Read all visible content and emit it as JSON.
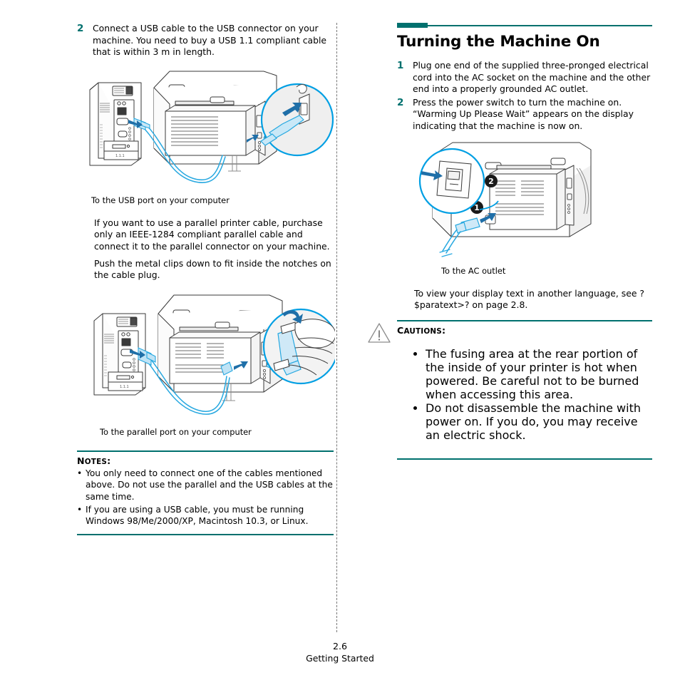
{
  "document": {
    "page_number": "2.6",
    "running_footer": "Getting Started"
  },
  "left_column": {
    "step": {
      "number": "2",
      "text": "Connect a USB cable to the USB connector on your machine. You need to buy a USB 1.1 compliant cable that is within 3 m in length."
    },
    "figure_usb": {
      "caption": "To the USB port on your computer",
      "alt": "Rear view of the multifunction machine with a USB cable running to a desktop computer tower; a magnified circular inset shows the USB plug being inserted into the machine's USB connector."
    },
    "paragraphs": [
      "If you want to use a parallel printer cable, purchase only an IEEE-1284 compliant parallel cable and connect it to the parallel connector on your machine.",
      "Push the metal clips down to fit inside the notches on the cable plug."
    ],
    "figure_parallel": {
      "caption": "To the parallel port on your computer",
      "alt": "Rear view of the multifunction machine with a parallel cable running to a desktop computer tower; a magnified circular inset shows a hand pushing the metal clips down onto the cable plug."
    },
    "notes": {
      "title_first": "N",
      "title_rest": "OTES",
      "title_suffix": ":",
      "items": [
        "You only need to connect one of the cables mentioned above. Do not use the parallel and the USB cables at the same time.",
        "If you are using a USB cable, you must be running Windows 98/Me/2000/XP, Macintosh 10.3, or Linux."
      ]
    }
  },
  "right_column": {
    "section_title": "Turning the Machine On",
    "steps": [
      {
        "number": "1",
        "text": "Plug one end of the supplied three-pronged electrical cord into the AC socket on the machine and the other end into a properly grounded AC outlet."
      },
      {
        "number": "2",
        "text": "Press the power switch to turn the machine on. “Warming Up Please Wait” appears on the display indicating that the machine is now on."
      }
    ],
    "figure_power": {
      "caption": "To the AC outlet",
      "callout_one": "1",
      "callout_two": "2",
      "alt": "Rear view of the multifunction machine showing the power cord plugged into the AC socket, labeled 1, and a magnified circular inset of the power switch being pressed, labeled 2."
    },
    "note_paragraph": "To view your display text in another language, see ?$paratext>? on page 2.8.",
    "cautions": {
      "title_first": "C",
      "title_rest": "AUTIONS",
      "title_suffix": ":",
      "items": [
        "The fusing area at the rear portion of the inside of your printer is hot when powered. Be careful not to be burned when accessing this area.",
        "Do not disassemble the machine with power on. If you do, you may receive an electric shock."
      ]
    }
  },
  "colors": {
    "accent_teal": "#00706e",
    "illustration_line": "#27a8e0",
    "illustration_fill": "#d9eef9",
    "illustration_gray": "#f0f0f0",
    "text": "#000000"
  }
}
